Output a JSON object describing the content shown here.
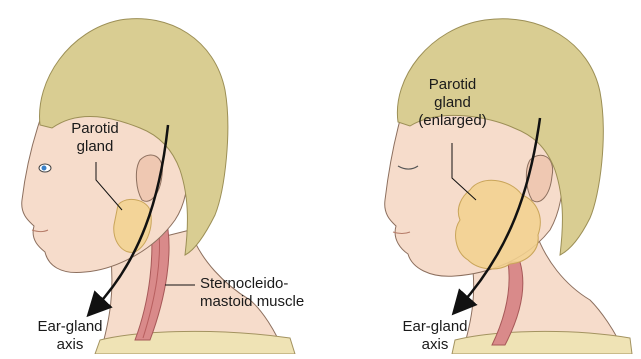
{
  "left_panel": {
    "parotid_label_line1": "Parotid",
    "parotid_label_line2": "gland",
    "axis_label_line1": "Ear-gland",
    "axis_label_line2": "axis",
    "muscle_label_line1": "Sternocleido-",
    "muscle_label_line2": "mastoid muscle"
  },
  "right_panel": {
    "parotid_label_line1": "Parotid",
    "parotid_label_line2": "gland",
    "parotid_label_line3": "(enlarged)",
    "axis_label_line1": "Ear-gland",
    "axis_label_line2": "axis"
  },
  "colors": {
    "hair": "#d9cd92",
    "skin": "#f6dccb",
    "skin_shadow": "#e9c3ae",
    "gland": "#f2d28f",
    "muscle": "#d98a8a",
    "collar": "#efe3b5"
  }
}
